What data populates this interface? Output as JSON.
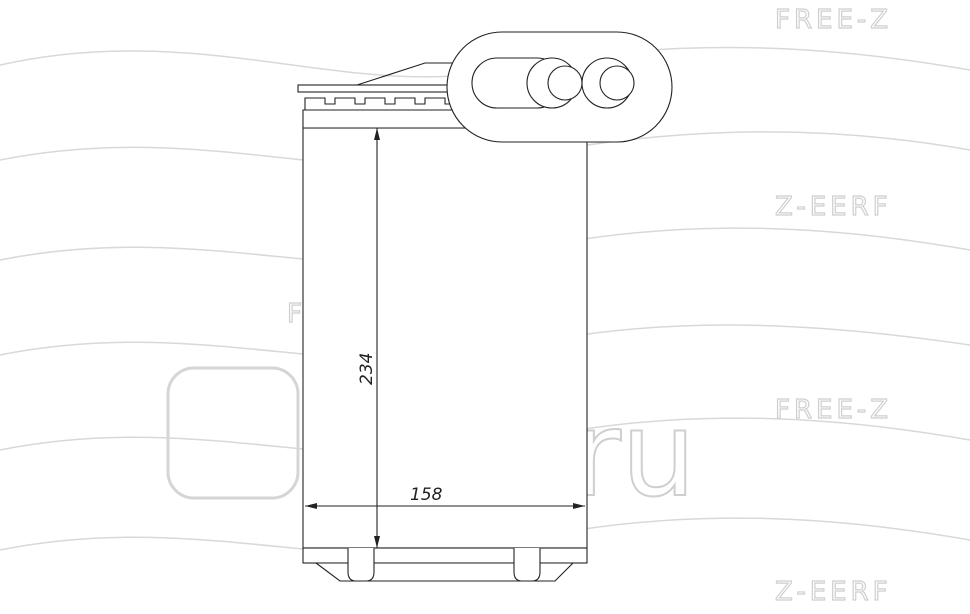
{
  "dimensions": {
    "height": "234",
    "width": "158"
  },
  "watermarks": {
    "brand": "FREE-Z",
    "brand_mirrored": "Z-EERF",
    "site": "Ruli.ru"
  },
  "colors": {
    "line": "#222222",
    "watermark": "#d0d0d0"
  }
}
